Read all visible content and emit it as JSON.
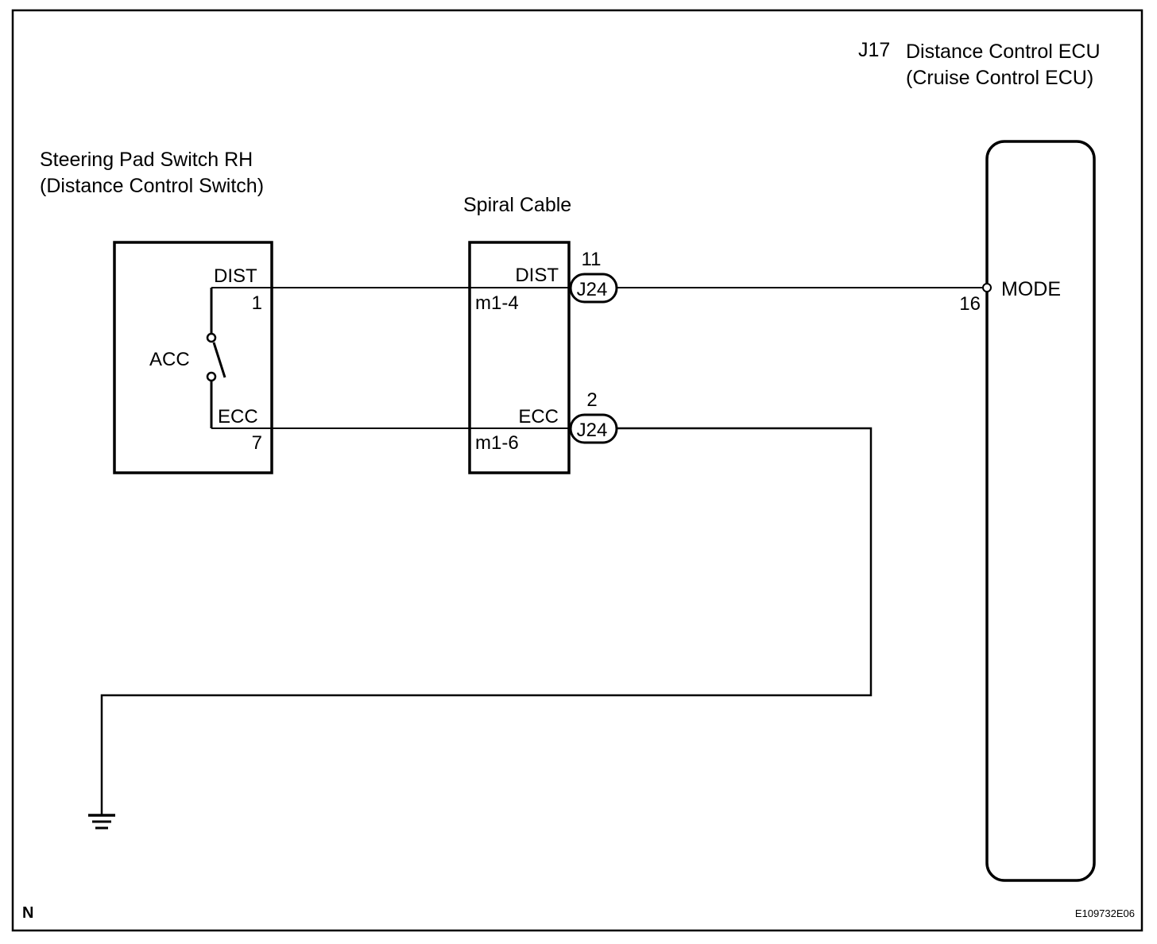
{
  "diagram": {
    "frame_label": "N",
    "figure_id": "E109732E06",
    "components": {
      "steering_pad": {
        "title_line1": "Steering Pad Switch RH",
        "title_line2": "(Distance Control Switch)",
        "switch_label": "ACC",
        "terminals": [
          {
            "name": "DIST",
            "pin": "1"
          },
          {
            "name": "ECC",
            "pin": "7"
          }
        ]
      },
      "spiral_cable": {
        "title": "Spiral Cable",
        "terminals": [
          {
            "name": "DIST",
            "pin": "m1-4",
            "connector": "J24",
            "connector_pin": "11"
          },
          {
            "name": "ECC",
            "pin": "m1-6",
            "connector": "J24",
            "connector_pin": "2"
          }
        ]
      },
      "ecu": {
        "code": "J17",
        "title_line1": "Distance Control ECU",
        "title_line2": "(Cruise Control ECU)",
        "terminals": [
          {
            "name": "MODE",
            "pin": "16"
          }
        ]
      },
      "ground": {
        "icon": "ground-icon"
      }
    }
  }
}
